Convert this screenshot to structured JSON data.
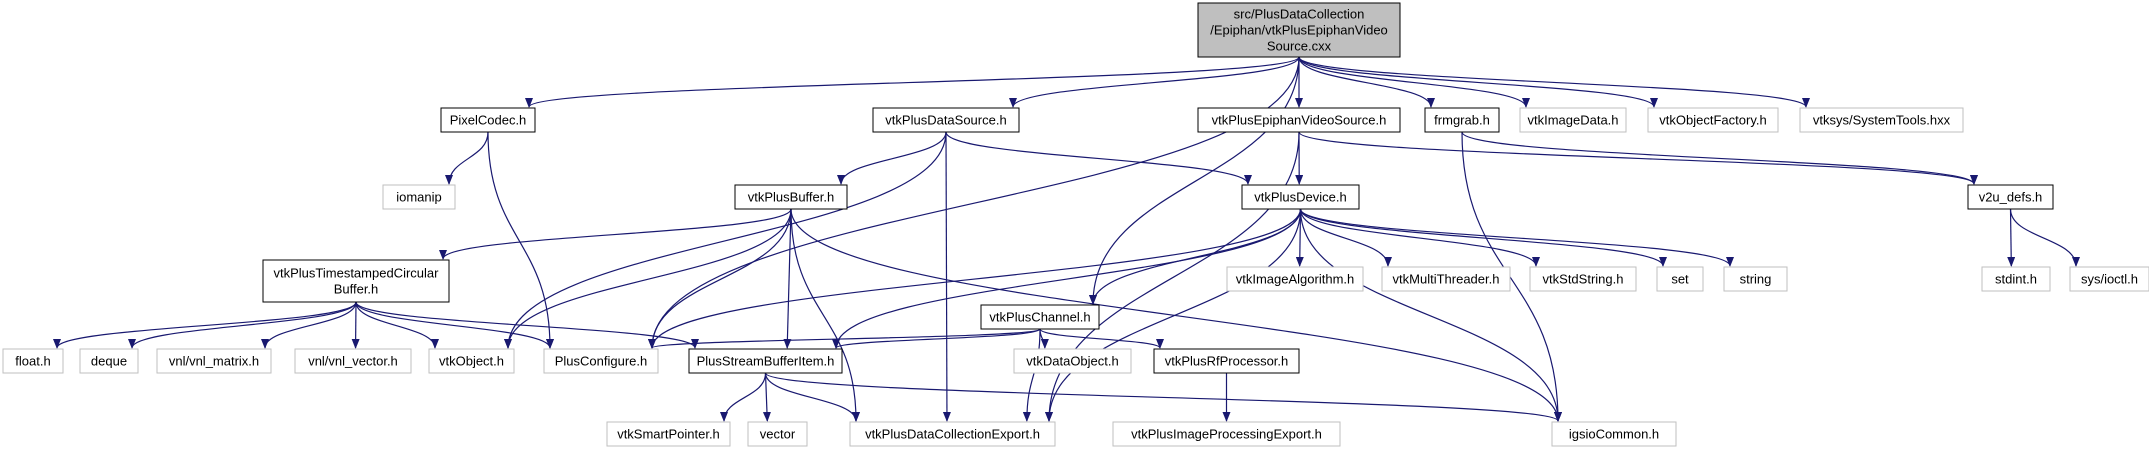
{
  "nodes": [
    {
      "id": "root",
      "lines": [
        "src/PlusDataCollection",
        "/Epiphan/vtkPlusEpiphanVideo",
        "Source.cxx"
      ],
      "style": "root",
      "documented": true
    },
    {
      "id": "pixelcodec",
      "lines": [
        "PixelCodec.h"
      ],
      "style": "doc",
      "documented": true
    },
    {
      "id": "datasource",
      "lines": [
        "vtkPlusDataSource.h"
      ],
      "style": "doc",
      "documented": true
    },
    {
      "id": "epiphanvs",
      "lines": [
        "vtkPlusEpiphanVideoSource.h"
      ],
      "style": "doc",
      "documented": true
    },
    {
      "id": "frmgrab",
      "lines": [
        "frmgrab.h"
      ],
      "style": "doc",
      "documented": true
    },
    {
      "id": "imagedata",
      "lines": [
        "vtkImageData.h"
      ],
      "style": "ext",
      "documented": false
    },
    {
      "id": "objectfactory",
      "lines": [
        "vtkObjectFactory.h"
      ],
      "style": "ext",
      "documented": false
    },
    {
      "id": "systemtools",
      "lines": [
        "vtksys/SystemTools.hxx"
      ],
      "style": "ext",
      "documented": false
    },
    {
      "id": "iomanip",
      "lines": [
        "iomanip"
      ],
      "style": "ext",
      "documented": false
    },
    {
      "id": "buffer",
      "lines": [
        "vtkPlusBuffer.h"
      ],
      "style": "doc",
      "documented": true
    },
    {
      "id": "device",
      "lines": [
        "vtkPlusDevice.h"
      ],
      "style": "doc",
      "documented": true
    },
    {
      "id": "v2udefs",
      "lines": [
        "v2u_defs.h"
      ],
      "style": "doc",
      "documented": true
    },
    {
      "id": "tscb",
      "lines": [
        "vtkPlusTimestampedCircular",
        "Buffer.h"
      ],
      "style": "doc",
      "documented": true
    },
    {
      "id": "channel",
      "lines": [
        "vtkPlusChannel.h"
      ],
      "style": "doc",
      "documented": true
    },
    {
      "id": "imagealgorithm",
      "lines": [
        "vtkImageAlgorithm.h"
      ],
      "style": "ext",
      "documented": false
    },
    {
      "id": "multithreader",
      "lines": [
        "vtkMultiThreader.h"
      ],
      "style": "ext",
      "documented": false
    },
    {
      "id": "stdstring",
      "lines": [
        "vtkStdString.h"
      ],
      "style": "ext",
      "documented": false
    },
    {
      "id": "set",
      "lines": [
        "set"
      ],
      "style": "ext",
      "documented": false
    },
    {
      "id": "string",
      "lines": [
        "string"
      ],
      "style": "ext",
      "documented": false
    },
    {
      "id": "stdint",
      "lines": [
        "stdint.h"
      ],
      "style": "ext",
      "documented": false
    },
    {
      "id": "ioctl",
      "lines": [
        "sys/ioctl.h"
      ],
      "style": "ext",
      "documented": false
    },
    {
      "id": "floath",
      "lines": [
        "float.h"
      ],
      "style": "ext",
      "documented": false
    },
    {
      "id": "deque",
      "lines": [
        "deque"
      ],
      "style": "ext",
      "documented": false
    },
    {
      "id": "vnlmatrix",
      "lines": [
        "vnl/vnl_matrix.h"
      ],
      "style": "ext",
      "documented": false
    },
    {
      "id": "vnlvector",
      "lines": [
        "vnl/vnl_vector.h"
      ],
      "style": "ext",
      "documented": false
    },
    {
      "id": "vtkobject",
      "lines": [
        "vtkObject.h"
      ],
      "style": "ext",
      "documented": false
    },
    {
      "id": "plusconfigure",
      "lines": [
        "PlusConfigure.h"
      ],
      "style": "ext",
      "documented": false
    },
    {
      "id": "streambufferitem",
      "lines": [
        "PlusStreamBufferItem.h"
      ],
      "style": "doc",
      "documented": true
    },
    {
      "id": "dataobject",
      "lines": [
        "vtkDataObject.h"
      ],
      "style": "ext",
      "documented": false
    },
    {
      "id": "rfprocessor",
      "lines": [
        "vtkPlusRfProcessor.h"
      ],
      "style": "doc",
      "documented": true
    },
    {
      "id": "smartpointer",
      "lines": [
        "vtkSmartPointer.h"
      ],
      "style": "ext",
      "documented": false
    },
    {
      "id": "vector",
      "lines": [
        "vector"
      ],
      "style": "ext",
      "documented": false
    },
    {
      "id": "dcexport",
      "lines": [
        "vtkPlusDataCollectionExport.h"
      ],
      "style": "ext",
      "documented": false
    },
    {
      "id": "ipexport",
      "lines": [
        "vtkPlusImageProcessingExport.h"
      ],
      "style": "ext",
      "documented": false
    },
    {
      "id": "igsiocommon",
      "lines": [
        "igsioCommon.h"
      ],
      "style": "ext",
      "documented": false
    }
  ],
  "edges": [
    [
      "root",
      "pixelcodec"
    ],
    [
      "root",
      "datasource"
    ],
    [
      "root",
      "epiphanvs"
    ],
    [
      "root",
      "frmgrab"
    ],
    [
      "root",
      "imagedata"
    ],
    [
      "root",
      "objectfactory"
    ],
    [
      "root",
      "systemtools"
    ],
    [
      "root",
      "plusconfigure"
    ],
    [
      "root",
      "channel"
    ],
    [
      "pixelcodec",
      "iomanip"
    ],
    [
      "pixelcodec",
      "plusconfigure"
    ],
    [
      "datasource",
      "buffer"
    ],
    [
      "datasource",
      "device"
    ],
    [
      "datasource",
      "vtkobject"
    ],
    [
      "datasource",
      "dcexport"
    ],
    [
      "epiphanvs",
      "device"
    ],
    [
      "epiphanvs",
      "v2udefs"
    ],
    [
      "epiphanvs",
      "dcexport"
    ],
    [
      "frmgrab",
      "v2udefs"
    ],
    [
      "frmgrab",
      "igsiocommon"
    ],
    [
      "buffer",
      "tscb"
    ],
    [
      "buffer",
      "vtkobject"
    ],
    [
      "buffer",
      "plusconfigure"
    ],
    [
      "buffer",
      "streambufferitem"
    ],
    [
      "buffer",
      "dcexport"
    ],
    [
      "buffer",
      "igsiocommon"
    ],
    [
      "device",
      "channel"
    ],
    [
      "device",
      "imagealgorithm"
    ],
    [
      "device",
      "multithreader"
    ],
    [
      "device",
      "stdstring"
    ],
    [
      "device",
      "set"
    ],
    [
      "device",
      "string"
    ],
    [
      "device",
      "plusconfigure"
    ],
    [
      "device",
      "streambufferitem"
    ],
    [
      "device",
      "dcexport"
    ],
    [
      "device",
      "igsiocommon"
    ],
    [
      "v2udefs",
      "stdint"
    ],
    [
      "v2udefs",
      "ioctl"
    ],
    [
      "tscb",
      "floath"
    ],
    [
      "tscb",
      "deque"
    ],
    [
      "tscb",
      "vnlmatrix"
    ],
    [
      "tscb",
      "vnlvector"
    ],
    [
      "tscb",
      "vtkobject"
    ],
    [
      "tscb",
      "plusconfigure"
    ],
    [
      "tscb",
      "streambufferitem"
    ],
    [
      "channel",
      "plusconfigure"
    ],
    [
      "channel",
      "streambufferitem"
    ],
    [
      "channel",
      "dataobject"
    ],
    [
      "channel",
      "rfprocessor"
    ],
    [
      "channel",
      "dcexport"
    ],
    [
      "streambufferitem",
      "smartpointer"
    ],
    [
      "streambufferitem",
      "vector"
    ],
    [
      "streambufferitem",
      "dcexport"
    ],
    [
      "streambufferitem",
      "igsiocommon"
    ],
    [
      "rfprocessor",
      "ipexport"
    ]
  ],
  "colors": {
    "edge": "#191970",
    "root_fill": "#bfbfbf",
    "doc_border": "#000000",
    "ext_border": "#bfbfbf",
    "text": "#000000"
  }
}
